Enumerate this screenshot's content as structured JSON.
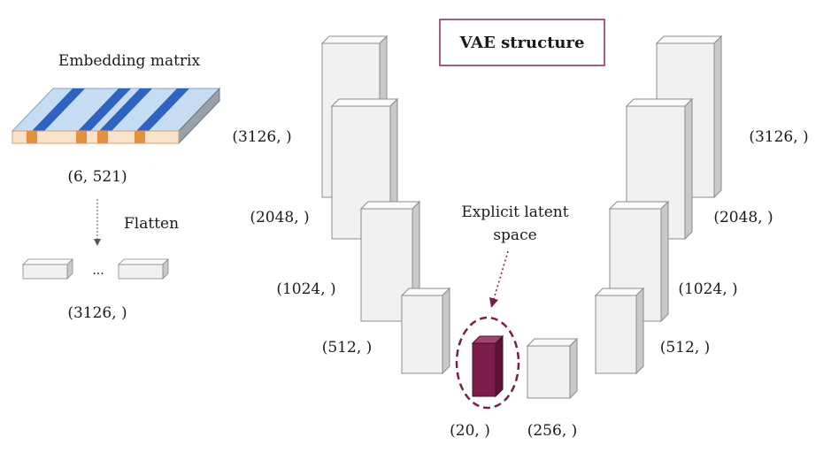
{
  "title": "VAE structure",
  "embedding": {
    "label": "Embedding matrix",
    "shape": "(6, 521)",
    "flatten_label": "Flatten",
    "ellipsis": "...",
    "flat_shape": "(3126, )"
  },
  "encoder_labels": [
    "(3126, )",
    "(2048, )",
    "(1024, )",
    "(512, )"
  ],
  "latent": {
    "annotation_line1": "Explicit latent",
    "annotation_line2": "space",
    "shape": "(20, )"
  },
  "decoder_input_shape": "(256, )",
  "decoder_labels": [
    "(3126, )",
    "(2048, )",
    "(1024, )",
    "(512, )"
  ],
  "colors": {
    "block_front": "#f1f1f1",
    "block_top": "#fafafa",
    "block_side": "#c9c9c9",
    "latent_front": "#7a1d4a",
    "latent_top": "#a3416f",
    "latent_side": "#5a1235",
    "title_border": "#8a2a4a",
    "matrix_blue_light": "#c6dcf3",
    "matrix_blue_dark": "#2f63c1",
    "matrix_peach": "#fbe3c9",
    "matrix_orange": "#e4903f"
  }
}
